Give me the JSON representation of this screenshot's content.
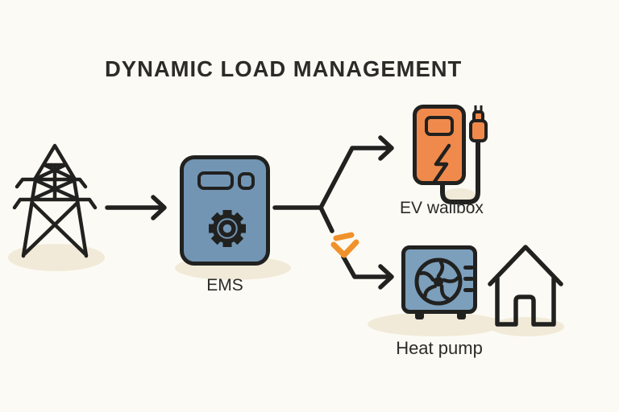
{
  "title": "DYNAMIC LOAD MANAGEMENT",
  "colors": {
    "background": "#FCFAF4",
    "outline": "#21211F",
    "ems_blue": "#7295B4",
    "heat_pump_blue": "#7C9FBC",
    "wallbox_orange": "#F08A4C",
    "accent_orange": "#F0922B",
    "shadow_beige": "#F1EAD9",
    "text": "#2B2B28"
  },
  "nodes": {
    "grid_tower": {
      "icon": "transmission-tower-icon",
      "label": ""
    },
    "ems": {
      "label": "EMS",
      "icon": "gear-icon"
    },
    "ev_wallbox": {
      "label": "EV wallbox",
      "icons": [
        "lightning-bolt-icon",
        "charging-plug-icon"
      ]
    },
    "heat_pump": {
      "label": "Heat pump",
      "icon": "fan-icon"
    },
    "house": {
      "icon": "house-icon",
      "label": ""
    }
  },
  "connections": [
    {
      "from": "grid_tower",
      "to": "ems",
      "style": "straight-arrow"
    },
    {
      "from": "ems",
      "to": "ev_wallbox",
      "style": "branch-arrow-up"
    },
    {
      "from": "ems",
      "to": "heat_pump",
      "style": "branch-arrow-down",
      "marker": "orange-down-chevron-icon"
    }
  ]
}
